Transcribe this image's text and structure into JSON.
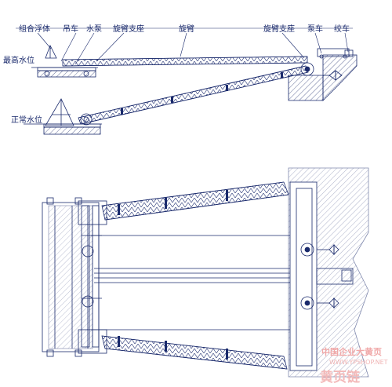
{
  "elevation_view": {
    "labels": {
      "pontoon": "组合浮体",
      "hoist_car": "吊车",
      "water_pump": "水泵",
      "arm_support_left": "旋臂支座",
      "swing_arm": "旋臂",
      "arm_support_right": "旋臂支座",
      "pump_car": "泵车",
      "winch": "绞车",
      "max_water_level": "最高水位",
      "normal_water_level": "正常水位"
    }
  },
  "plan_view": {},
  "watermark": {
    "line1": "中国企业大黄页",
    "line2": "WWW.YPSHOP.NET",
    "line3": "黄页链"
  },
  "colors": {
    "line": "#1a2a6c",
    "hatch": "#24336f",
    "watermark": "#f0a8a8"
  }
}
